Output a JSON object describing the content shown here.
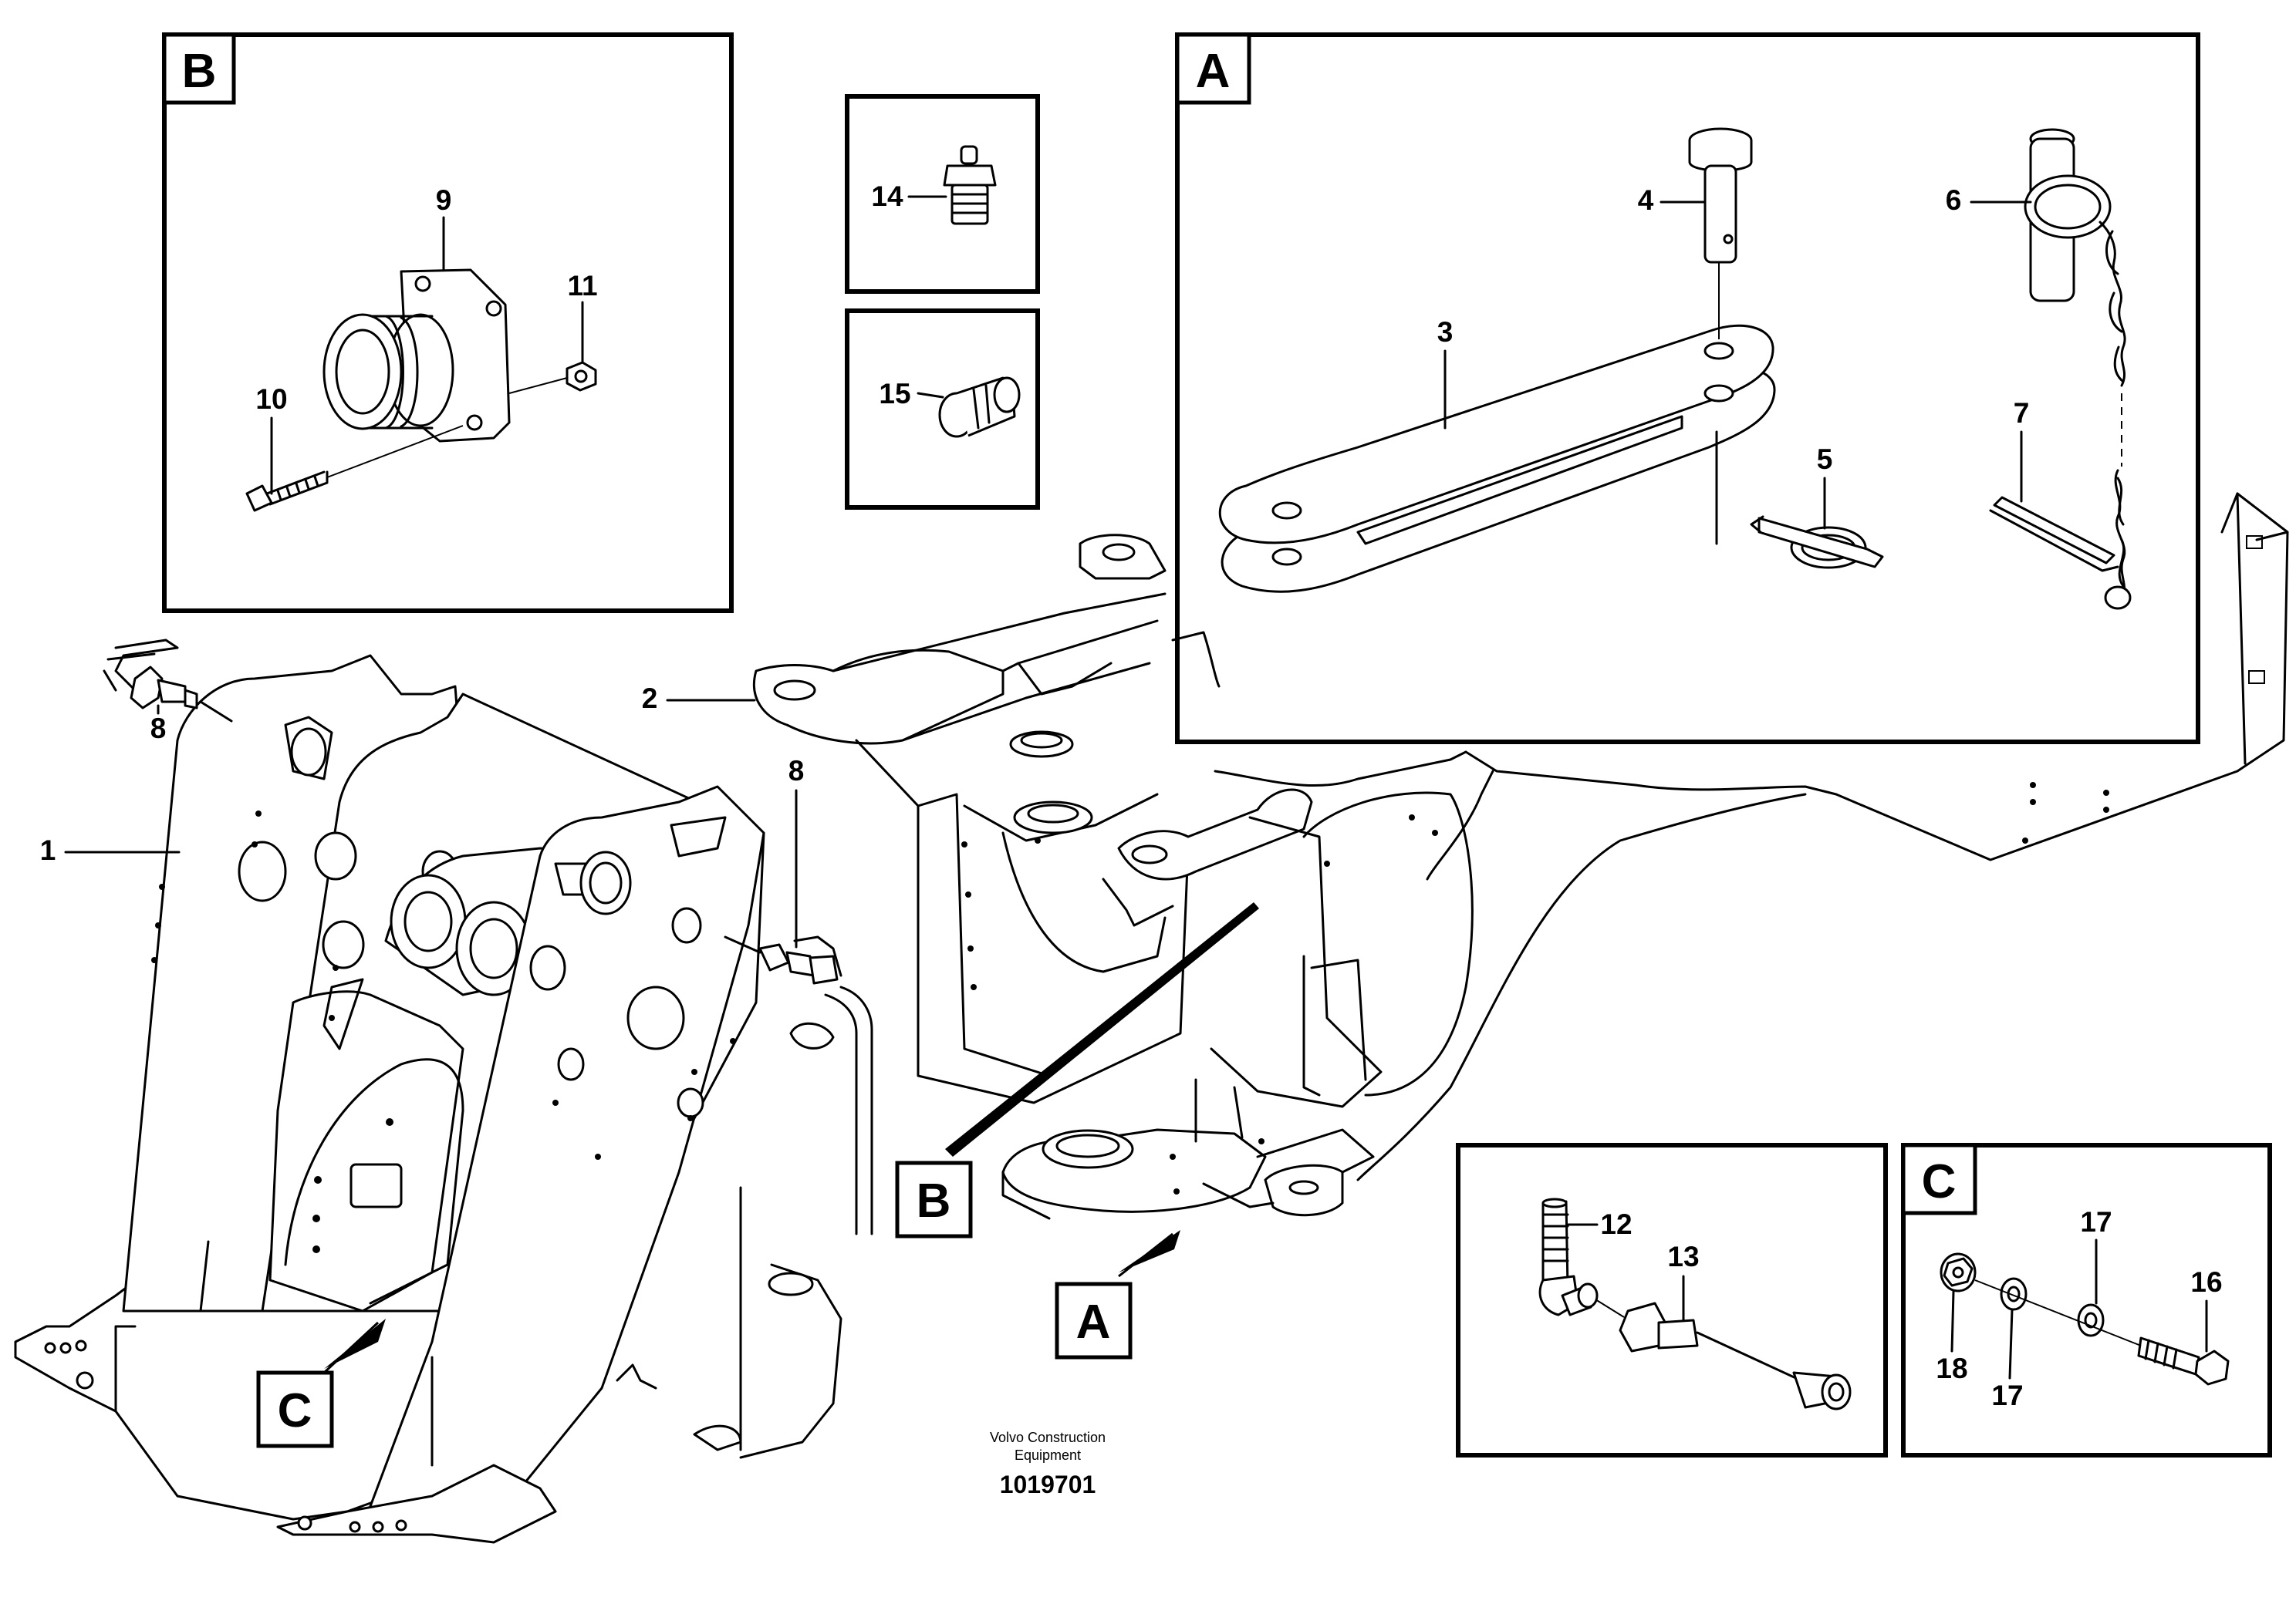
{
  "callouts": {
    "c1": "1",
    "c2": "2",
    "c3": "3",
    "c4": "4",
    "c5": "5",
    "c6": "6",
    "c7": "7",
    "c8a": "8",
    "c8b": "8",
    "c9": "9",
    "c10": "10",
    "c11": "11",
    "c12": "12",
    "c13": "13",
    "c14": "14",
    "c15": "15",
    "c16": "16",
    "c17a": "17",
    "c17b": "17",
    "c18": "18"
  },
  "detail_boxes": {
    "A": "A",
    "B": "B",
    "C": "C"
  },
  "view_markers": {
    "A": "A",
    "B": "B",
    "C": "C"
  },
  "footer": {
    "line1": "Volvo Construction",
    "line2": "Equipment",
    "number": "1019701"
  }
}
